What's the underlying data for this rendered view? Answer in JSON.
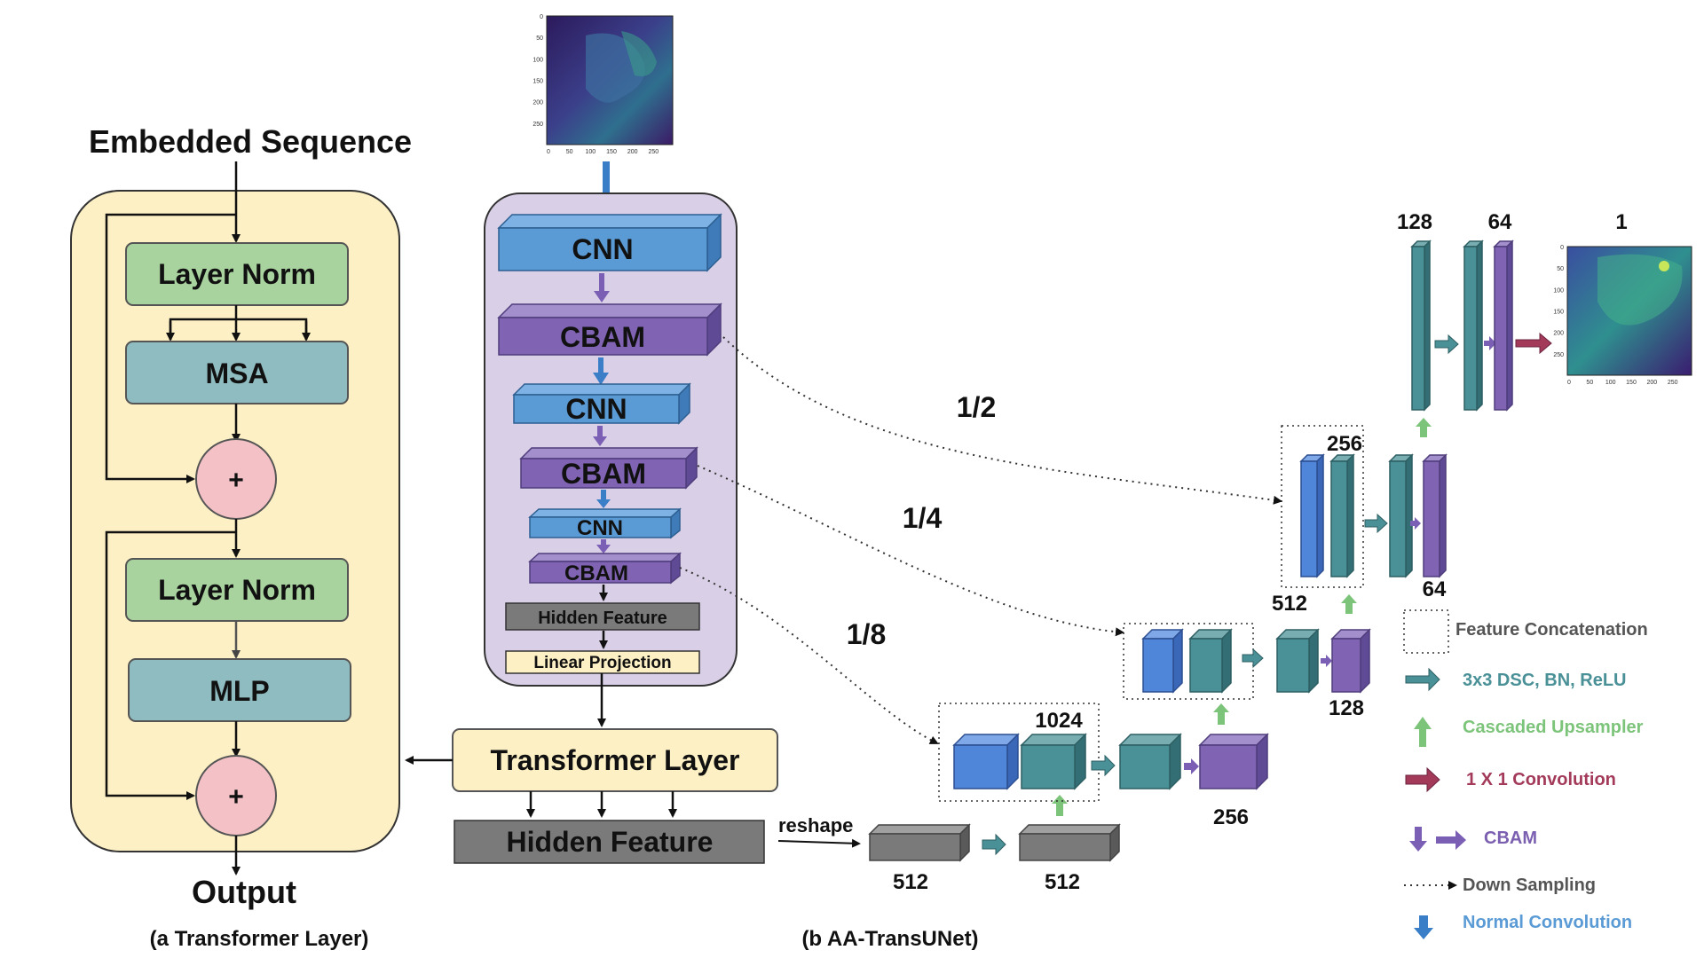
{
  "transformer_layer": {
    "input_label": "Embedded Sequence",
    "layer_norm_1": "Layer Norm",
    "msa": "MSA",
    "add_1": "+",
    "layer_norm_2": "Layer Norm",
    "mlp": "MLP",
    "add_2": "+",
    "output_label": "Output",
    "caption": "(a Transformer Layer)"
  },
  "aa_transunet": {
    "encoder": {
      "cnn_1": "CNN",
      "cbam_1": "CBAM",
      "cnn_2": "CNN",
      "cbam_2": "CBAM",
      "cnn_3": "CNN",
      "cbam_3": "CBAM",
      "hidden_feature": "Hidden Feature",
      "linear_projection": "Linear Projection"
    },
    "transformer_layer": "Transformer Layer",
    "hidden_feature": "Hidden Feature",
    "reshape": "reshape",
    "skip_ratios": {
      "half": "1/2",
      "quarter": "1/4",
      "eighth": "1/8"
    },
    "channels": {
      "bottom_a": "512",
      "bottom_b": "512",
      "c1024": "1024",
      "c256_low": "256",
      "c512": "512",
      "c128_mid": "128",
      "c256_high": "256",
      "c64_mid": "64",
      "c128_top": "128",
      "c64_top": "64",
      "c1_out": "1"
    },
    "caption": "(b AA-TransUNet)"
  },
  "input_image": {
    "y_ticks": [
      "0",
      "50",
      "100",
      "150",
      "200",
      "250"
    ],
    "x_ticks": [
      "0",
      "50",
      "100",
      "150",
      "200",
      "250"
    ]
  },
  "output_image": {
    "y_ticks": [
      "0",
      "50",
      "100",
      "150",
      "200",
      "250"
    ],
    "x_ticks": [
      "0",
      "50",
      "100",
      "150",
      "200",
      "250"
    ]
  },
  "legend": {
    "feature_concatenation": "Feature Concatenation",
    "dsc": "3x3 DSC, BN, ReLU",
    "upsampler": "Cascaded Upsampler",
    "conv1x1": "1 X 1 Convolution",
    "cbam": "CBAM",
    "down_sampling": "Down Sampling",
    "normal_conv": "Normal Convolution"
  },
  "colors": {
    "transformer_bg": "#fdf0c4",
    "encoder_bg": "#d9cfe6",
    "layer_norm": "#a9d39e",
    "msa_mlp": "#8fbcc0",
    "add": "#f4c2c6",
    "cnn": "#5b9bd5",
    "cbam": "#8064b3",
    "teal": "#4a9097",
    "blue_block": "#4f86d9",
    "gray_block": "#7a7a7a",
    "upsampler": "#7dc47b",
    "conv1x1": "#a33a5a",
    "dsc_text": "#4a9097",
    "upsampler_text": "#7dc47b",
    "conv1x1_text": "#a33a5a",
    "cbam_text": "#7b5fb0",
    "normal_conv_text": "#5b9bd5"
  }
}
